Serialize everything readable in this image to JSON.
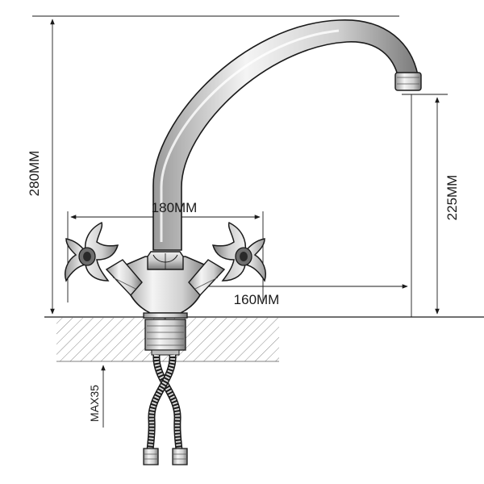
{
  "dimensions": {
    "total_height": "280MM",
    "spout_height": "225MM",
    "handle_spread": "180MM",
    "spout_reach": "160MM",
    "max_counter_thickness": "MAX35"
  },
  "colors": {
    "line": "#1a1a1a",
    "hatch": "#888888",
    "metal_light": "#f2f2f2",
    "metal_mid": "#bdbdbd",
    "metal_dark": "#6e6e6e"
  }
}
